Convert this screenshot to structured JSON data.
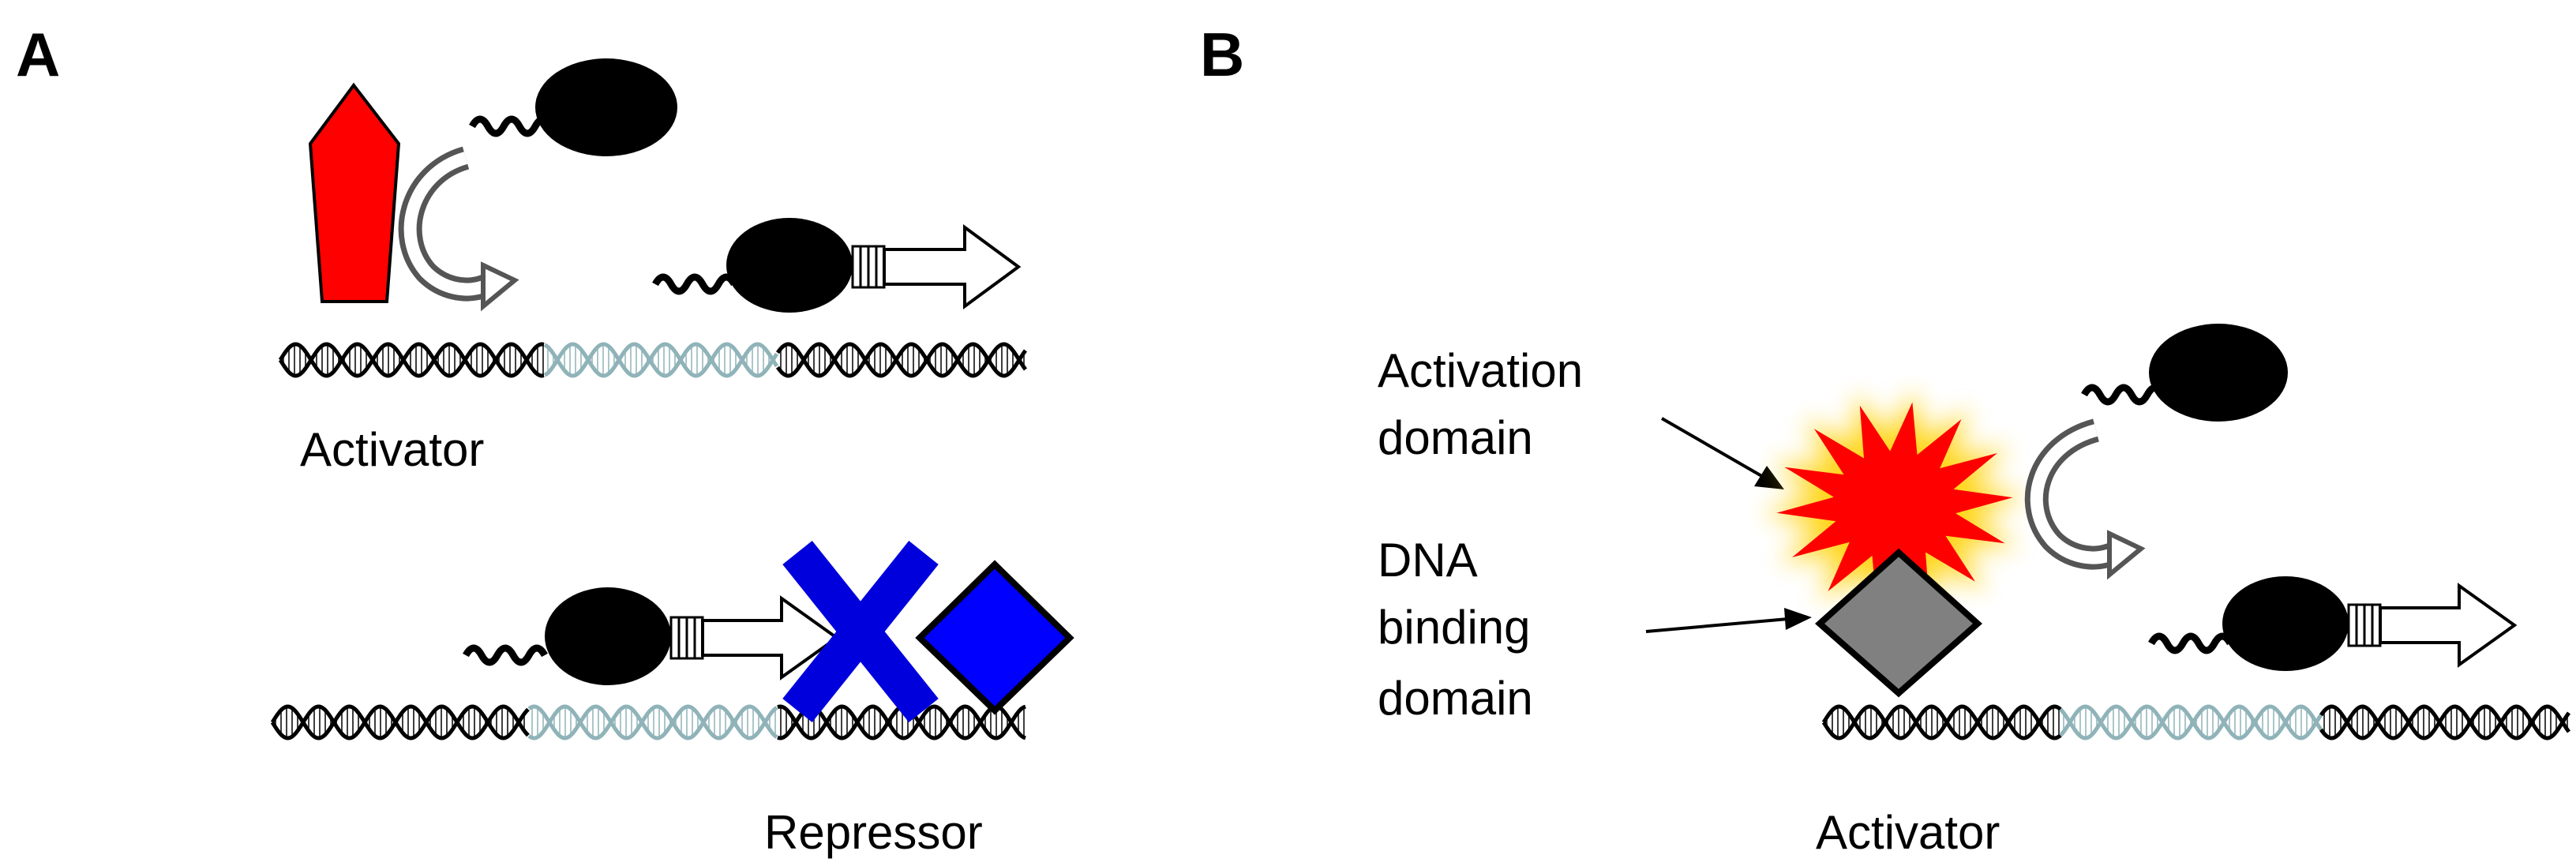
{
  "panel_a": {
    "letter": "A",
    "activator_label": "Activator",
    "repressor_label": "Repressor"
  },
  "panel_b": {
    "letter": "B",
    "activation_domain_label": [
      "Activation",
      "domain"
    ],
    "dna_binding_domain_label": [
      "DNA",
      "binding",
      "domain"
    ],
    "activator_label": "Activator"
  },
  "colors": {
    "activator": "#ff0000",
    "repressor": "#0000ff",
    "dna_binding_domain": "#808080",
    "promoter_strand": "#8fb3b8",
    "gene_strand": "#000000",
    "polymerase": "#000000",
    "glow": "#ffd000"
  },
  "icons": [
    "dna-helix-icon",
    "rna-polymerase-icon",
    "transcription-arrow-icon",
    "curved-arrow-icon",
    "blocked-x-icon"
  ]
}
